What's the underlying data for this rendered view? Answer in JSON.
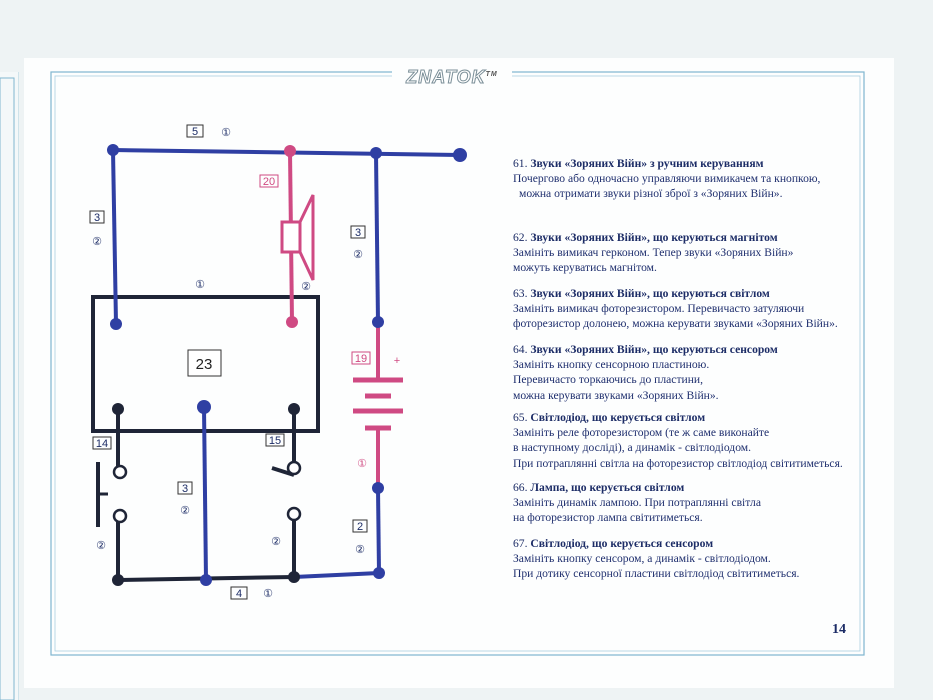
{
  "logo": {
    "text": "ZNATOK",
    "tm": "TM"
  },
  "page_number": "14",
  "diagram": {
    "center_block": "23",
    "labels": {
      "top_wire": {
        "num": "5",
        "circ": "①"
      },
      "left_wire": {
        "num": "3",
        "circ": "②"
      },
      "speaker": {
        "num": "20",
        "circ": "②"
      },
      "right_wire": {
        "num": "3",
        "circ": "②"
      },
      "block_top": {
        "circ": "①"
      },
      "battery": {
        "num": "19",
        "sign": "+",
        "circ": "①"
      },
      "button": {
        "num": "14",
        "circ": "②"
      },
      "middle_wire": {
        "num": "3",
        "circ": "②"
      },
      "switch": {
        "num": "15",
        "circ": "②"
      },
      "right_bottom_wire": {
        "num": "2",
        "circ": "②"
      },
      "bottom_wire": {
        "num": "4",
        "circ": "①"
      }
    }
  },
  "instructions": [
    {
      "num": "61.",
      "title": "Звуки «Зоряних Війн» з ручним керуванням",
      "lines": [
        "Почергово або одночасно управляючи вимикачем та кнопкою,",
        "можна отримати звуки різної зброї з «Зоряних Війн»."
      ]
    },
    {
      "num": "62.",
      "title": "Звуки «Зоряних Війн», що керуються магнітом",
      "lines": [
        "Замініть вимикач герконом. Тепер звуки «Зоряних Війн»",
        "можуть керуватись магнітом."
      ]
    },
    {
      "num": "63.",
      "title": "Звуки «Зоряних Війн», що керуються світлом",
      "lines": [
        "Замініть вимикач фоторезистором. Перевичасто затуляючи",
        "фоторезистор долонею, можна керувати звуками «Зоряних Війн»."
      ]
    },
    {
      "num": "64.",
      "title": "Звуки «Зоряних Війн», що керуються сенсором",
      "lines": [
        "Замініть кнопку сенсорною пластиною.",
        "Перевичасто торкаючись до пластини,",
        "можна керувати звуками «Зоряних Війн»."
      ]
    },
    {
      "num": "65.",
      "title": "Світлодіод, що керується світлом",
      "lines": [
        "Замініть реле фоторезистором (те ж саме виконайте",
        "в наступному досліді), а динамік - світлодіодом.",
        "При потраплянні світла на фоторезистор світлодіод світитиметься."
      ]
    },
    {
      "num": "66.",
      "title": "Лампа, що керується світлом",
      "lines": [
        "Замініть динамік лампою. При потраплянні світла",
        "на фоторезистор лампа світитиметься."
      ]
    },
    {
      "num": "67.",
      "title": "Світлодіод, що керується сенсором",
      "lines": [
        "Замініть кнопку сенсором, а динамік - світлодіодом.",
        "При дотику  сенсорної пластини світлодіод  світитиметься."
      ]
    }
  ],
  "colors": {
    "wire_blue": "#2f3fa3",
    "wire_pink": "#cf4a83",
    "wire_dark": "#1f2537",
    "frame": "#7fb6cf"
  }
}
